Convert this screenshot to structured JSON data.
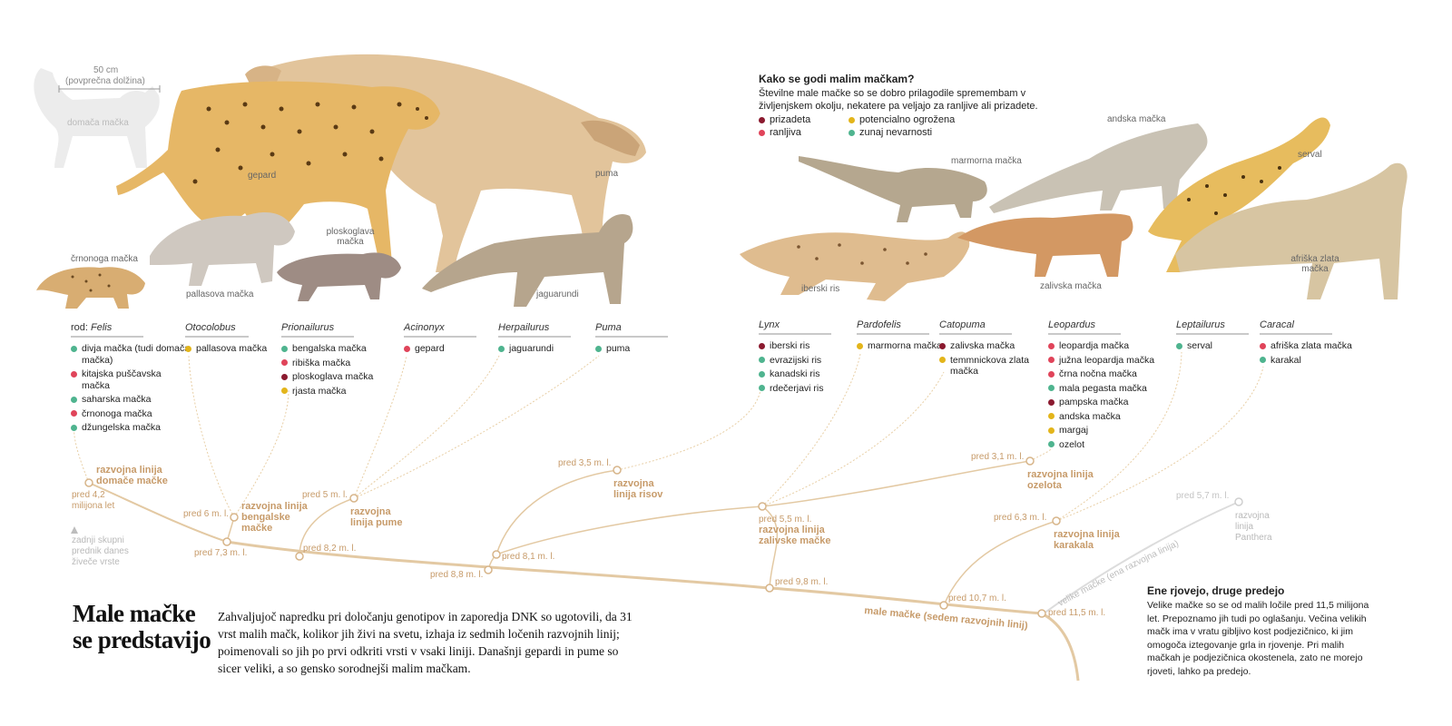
{
  "title": "Male mačke se predstavijo",
  "intro": "Zahvaljujoč napredku pri določanju genotipov in zaporedja DNK so ugotovili, da 31 vrst malih mačk, kolikor jih živi na svetu, izhaja iz sedmih ločenih razvojnih linij; poimenovali so jih po prvi odkriti vrsti v vsaki liniji. Današnji gepardi in pume so sicer veliki, a so gensko sorodnejši malim mačkam.",
  "scale": {
    "length": "50 cm",
    "note": "(povprečna dolžina)",
    "reference": "domača mačka"
  },
  "colors": {
    "endangered": "#8b1a2f",
    "vulnerable": "#e0445a",
    "near_threatened": "#e3b51b",
    "least_concern": "#4fb48f",
    "branch": "#e3c9a3",
    "branch_text": "#c79b6a",
    "grey": "#d9d9d9"
  },
  "legend": {
    "title": "Kako se godi malim mačkam?",
    "subtitle": "Številne male mačke so se dobro prilagodile spremembam v življenjskem okolju, nekatere pa veljajo za ranljive ali prizadete.",
    "items": [
      {
        "label": "prizadeta",
        "status": "endangered"
      },
      {
        "label": "ranljiva",
        "status": "vulnerable"
      },
      {
        "label": "potencialno ogrožena",
        "status": "near_threatened"
      },
      {
        "label": "zunaj nevarnosti",
        "status": "least_concern"
      }
    ]
  },
  "animals": [
    "gepard",
    "puma",
    "črnonoga mačka",
    "pallasova mačka",
    "ploskoglava mačka",
    "jaguarundi",
    "marmorna mačka",
    "andska mačka",
    "serval",
    "iberski ris",
    "zalivska mačka",
    "afriška zlata mačka"
  ],
  "genera": [
    {
      "prefix": "rod: ",
      "name": "Felis",
      "species": [
        {
          "label": "divja mačka (tudi domača mačka)",
          "status": "least_concern"
        },
        {
          "label": "kitajska puščavska mačka",
          "status": "vulnerable"
        },
        {
          "label": "saharska mačka",
          "status": "least_concern"
        },
        {
          "label": "črnonoga mačka",
          "status": "vulnerable"
        },
        {
          "label": "džungelska mačka",
          "status": "least_concern"
        }
      ]
    },
    {
      "prefix": "",
      "name": "Otocolobus",
      "species": [
        {
          "label": "pallasova mačka",
          "status": "near_threatened"
        }
      ]
    },
    {
      "prefix": "",
      "name": "Prionailurus",
      "species": [
        {
          "label": "bengalska mačka",
          "status": "least_concern"
        },
        {
          "label": "ribiška mačka",
          "status": "vulnerable"
        },
        {
          "label": "ploskoglava mačka",
          "status": "endangered"
        },
        {
          "label": "rjasta mačka",
          "status": "near_threatened"
        }
      ]
    },
    {
      "prefix": "",
      "name": "Acinonyx",
      "species": [
        {
          "label": "gepard",
          "status": "vulnerable"
        }
      ]
    },
    {
      "prefix": "",
      "name": "Herpailurus",
      "species": [
        {
          "label": "jaguarundi",
          "status": "least_concern"
        }
      ]
    },
    {
      "prefix": "",
      "name": "Puma",
      "species": [
        {
          "label": "puma",
          "status": "least_concern"
        }
      ]
    },
    {
      "prefix": "",
      "name": "Lynx",
      "species": [
        {
          "label": "iberski ris",
          "status": "endangered"
        },
        {
          "label": "evrazijski ris",
          "status": "least_concern"
        },
        {
          "label": "kanadski ris",
          "status": "least_concern"
        },
        {
          "label": "rdečerjavi ris",
          "status": "least_concern"
        }
      ]
    },
    {
      "prefix": "",
      "name": "Pardofelis",
      "species": [
        {
          "label": "marmorna mačka",
          "status": "near_threatened"
        }
      ]
    },
    {
      "prefix": "",
      "name": "Catopuma",
      "species": [
        {
          "label": "zalivska mačka",
          "status": "endangered"
        },
        {
          "label": "temmnickova zlata mačka",
          "status": "near_threatened"
        }
      ]
    },
    {
      "prefix": "",
      "name": "Leopardus",
      "species": [
        {
          "label": "leopardja mačka",
          "status": "vulnerable"
        },
        {
          "label": "južna leopardja mačka",
          "status": "vulnerable"
        },
        {
          "label": "črna nočna mačka",
          "status": "vulnerable"
        },
        {
          "label": "mala pegasta mačka",
          "status": "least_concern"
        },
        {
          "label": "pampska mačka",
          "status": "endangered"
        },
        {
          "label": "andska mačka",
          "status": "near_threatened"
        },
        {
          "label": "margaj",
          "status": "near_threatened"
        },
        {
          "label": "ozelot",
          "status": "least_concern"
        }
      ]
    },
    {
      "prefix": "",
      "name": "Leptailurus",
      "species": [
        {
          "label": "serval",
          "status": "least_concern"
        }
      ]
    },
    {
      "prefix": "",
      "name": "Caracal",
      "species": [
        {
          "label": "afriška zlata mačka",
          "status": "vulnerable"
        },
        {
          "label": "karakal",
          "status": "least_concern"
        }
      ]
    }
  ],
  "tree": {
    "nodes": [
      "pred 4,2 milijona let",
      "pred 6 m. l.",
      "pred 7,3 m. l.",
      "pred 8,2 m. l.",
      "pred 5 m. l.",
      "pred 8,8 m. l.",
      "pred 8,1 m. l.",
      "pred 3,5 m. l.",
      "pred 5,5 m. l.",
      "pred 9,8 m. l.",
      "pred 3,1 m. l.",
      "pred 6,3 m. l.",
      "pred 10,7 m. l.",
      "pred 11,5 m. l.",
      "pred 5,7 m. l."
    ],
    "lineages": [
      "razvojna linija domače mačke",
      "razvojna linija bengalske mačke",
      "razvojna linija pume",
      "razvojna linija risov",
      "razvojna linija zalivske mačke",
      "razvojna linija ozelota",
      "razvojna linija karakala"
    ],
    "panthera": "razvojna linija Panthera",
    "trunk": "male mačke (sedem razvojnih linij)",
    "big_cats": "velike mačke (ena razvojna linija)",
    "ancestor_note": "zadnji skupni prednik danes živeče vrste"
  },
  "side": {
    "title": "Ene rjovejo, druge predejo",
    "text": "Velike mačke so se od malih ločile pred 11,5 milijona let. Prepoznamo jih tudi po oglašanju. Večina velikih mačk ima v vratu gibljivo kost podjezičnico, ki jim omogoča iztegovanje grla in rjovenje. Pri malih mačkah je podjezičnica okostenela, zato ne morejo rjoveti, lahko pa predejo."
  }
}
